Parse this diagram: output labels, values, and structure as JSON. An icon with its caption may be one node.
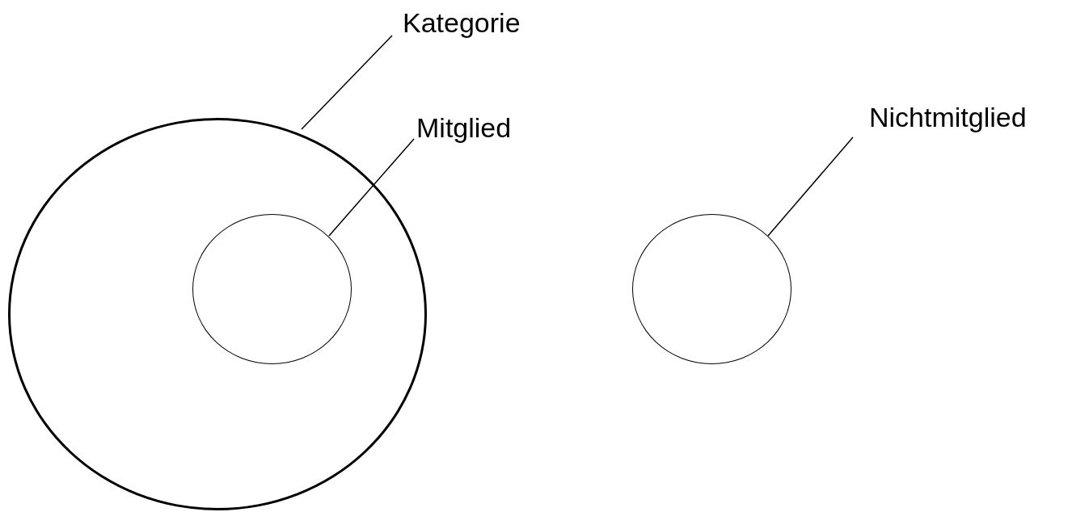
{
  "diagram": {
    "nodes": [
      {
        "text": [
          "Kategorie"
        ]
      },
      {
        "text": [],
        "shape": "circle"
      },
      {
        "text": [
          "Mitglied"
        ]
      },
      {
        "text": [],
        "shape": "circle",
        "in": 1
      },
      {
        "text": [
          "Nichtmitglied"
        ]
      },
      {
        "text": [],
        "shape": "circle"
      }
    ],
    "edges": [
      {
        "from": 0,
        "to": 1,
        "arrow": "none"
      },
      {
        "from": 2,
        "to": 3,
        "arrow": "none"
      },
      {
        "from": 4,
        "to": 5,
        "arrow": "none"
      }
    ]
  }
}
